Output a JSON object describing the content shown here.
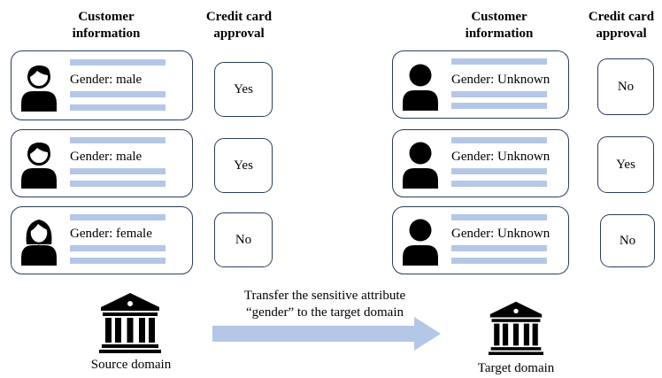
{
  "left": {
    "header_info": "Customer\ninformation",
    "header_approval": "Credit card\napproval",
    "rows": [
      {
        "gender_text": "Gender: male",
        "approval": "Yes",
        "avatar": "male-person-icon"
      },
      {
        "gender_text": "Gender: male",
        "approval": "Yes",
        "avatar": "male-person-icon"
      },
      {
        "gender_text": "Gender: female",
        "approval": "No",
        "avatar": "female-person-icon"
      }
    ],
    "domain_label": "Source domain"
  },
  "right": {
    "header_info": "Customer\ninformation",
    "header_approval": "Credit card\napproval",
    "rows": [
      {
        "gender_text": "Gender: Unknown",
        "approval": "No",
        "avatar": "generic-person-icon"
      },
      {
        "gender_text": "Gender: Unknown",
        "approval": "Yes",
        "avatar": "generic-person-icon"
      },
      {
        "gender_text": "Gender: Unknown",
        "approval": "No",
        "avatar": "generic-person-icon"
      }
    ],
    "domain_label": "Target domain"
  },
  "transfer_text": "Transfer the sensitive attribute “gender” to the target domain",
  "colors": {
    "bar": "#b4c7e7",
    "border": "#2a3d5c",
    "arrow": "#b4c7e7"
  }
}
